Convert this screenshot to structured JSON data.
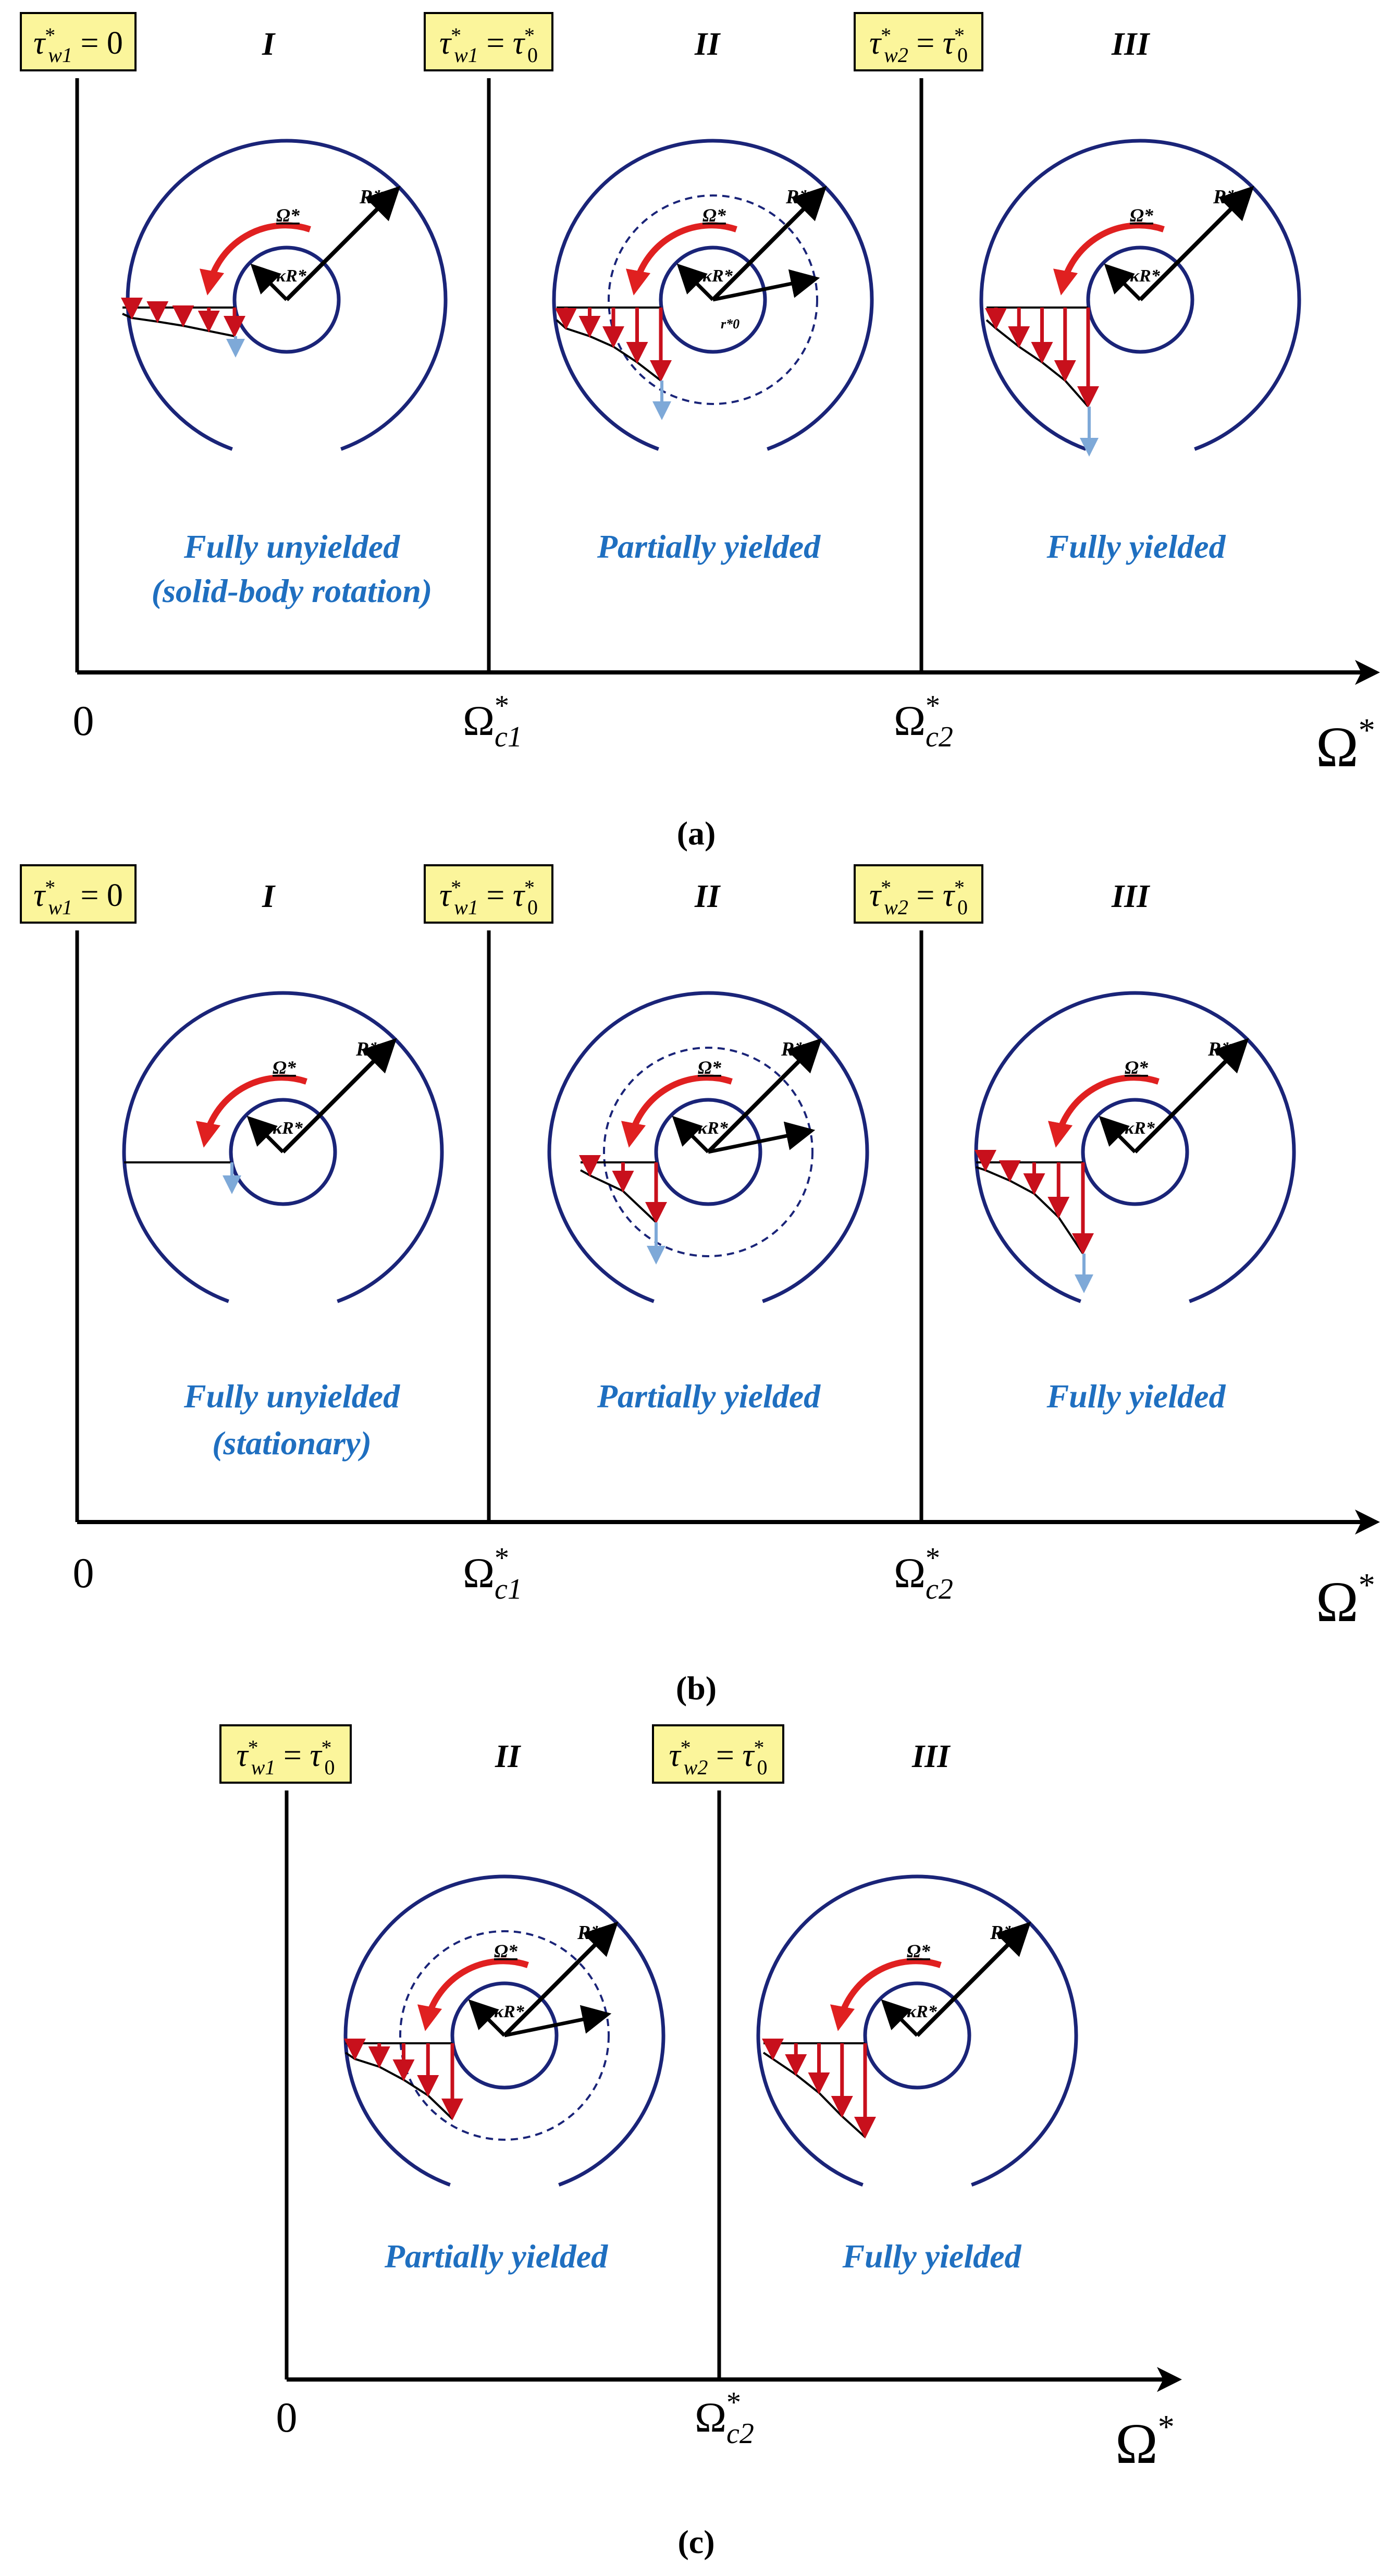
{
  "colors": {
    "circle": "#1a2478",
    "profile_arrow": "#c8101c",
    "rotation_arrow": "#e02020",
    "wall_arrow": "#7ea9d8",
    "box_fill": "#fbf59b",
    "state_text": "#1f6fc0"
  },
  "panels": [
    {
      "caption": "(a)",
      "boundaries": [
        {
          "box_tex": "τ*w1 = 0",
          "tau": "τ",
          "sub": "w1",
          "rhs": "= 0",
          "rhs_tau": false
        },
        {
          "box_tex": "τ*w1 = τ*0",
          "tau": "τ",
          "sub": "w1",
          "rhs": "=",
          "rhs_tau": true
        },
        {
          "box_tex": "τ*w2 = τ*0",
          "tau": "τ",
          "sub": "w2",
          "rhs": "=",
          "rhs_tau": true
        }
      ],
      "regimes": [
        {
          "numeral": "I",
          "state_line1": "Fully unyielded",
          "state_line2": "(solid-body rotation)"
        },
        {
          "numeral": "II",
          "state_line1": "Partially  yielded",
          "state_line2": ""
        },
        {
          "numeral": "III",
          "state_line1": "Fully  yielded",
          "state_line2": ""
        }
      ],
      "ticks": [
        {
          "label": "0",
          "sub": ""
        },
        {
          "label": "Ω",
          "sub": "c1"
        },
        {
          "label": "Ω",
          "sub": "c2"
        }
      ],
      "axis_label": "Ω"
    },
    {
      "caption": "(b)",
      "boundaries": [
        {
          "box_tex": "τ*w1 = 0",
          "tau": "τ",
          "sub": "w1",
          "rhs": "= 0",
          "rhs_tau": false
        },
        {
          "box_tex": "τ*w1 = τ*0",
          "tau": "τ",
          "sub": "w1",
          "rhs": "=",
          "rhs_tau": true
        },
        {
          "box_tex": "τ*w2 = τ*0",
          "tau": "τ",
          "sub": "w2",
          "rhs": "=",
          "rhs_tau": true
        }
      ],
      "regimes": [
        {
          "numeral": "I",
          "state_line1": "Fully unyielded",
          "state_line2": "(stationary)"
        },
        {
          "numeral": "II",
          "state_line1": "Partially  yielded",
          "state_line2": ""
        },
        {
          "numeral": "III",
          "state_line1": "Fully  yielded",
          "state_line2": ""
        }
      ],
      "ticks": [
        {
          "label": "0",
          "sub": ""
        },
        {
          "label": "Ω",
          "sub": "c1"
        },
        {
          "label": "Ω",
          "sub": "c2"
        }
      ],
      "axis_label": "Ω"
    },
    {
      "caption": "(c)",
      "boundaries": [
        {
          "box_tex": "τ*w1 = τ*0",
          "tau": "τ",
          "sub": "w1",
          "rhs": "=",
          "rhs_tau": true
        },
        {
          "box_tex": "τ*w2 = τ*0",
          "tau": "τ",
          "sub": "w2",
          "rhs": "=",
          "rhs_tau": true
        }
      ],
      "regimes": [
        {
          "numeral": "II",
          "state_line1": "Partially  yielded",
          "state_line2": ""
        },
        {
          "numeral": "III",
          "state_line1": "Fully  yielded",
          "state_line2": ""
        }
      ],
      "ticks": [
        {
          "label": "0",
          "sub": ""
        },
        {
          "label": "Ω",
          "sub": "c2"
        }
      ],
      "axis_label": "Ω"
    }
  ],
  "labels": {
    "outer_radius": "R*",
    "inner_radius": "κR*",
    "rotation": "Ω*",
    "yield_radius": "r*0",
    "star": "*",
    "zero_sub": "0"
  }
}
